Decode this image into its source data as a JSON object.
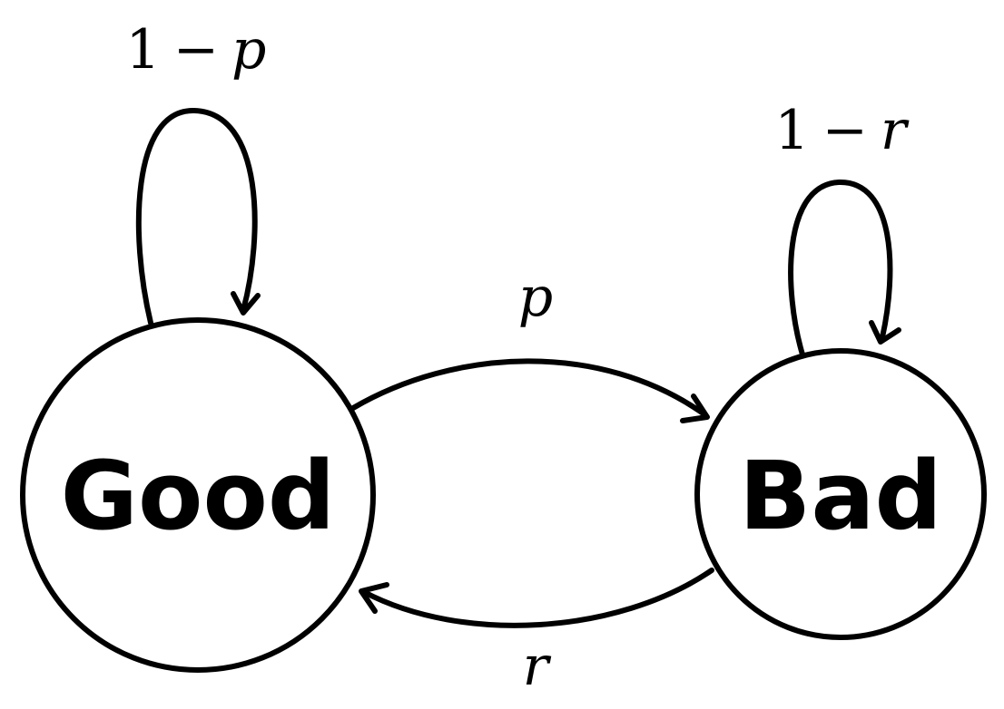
{
  "states": {
    "good": {
      "label": "Good"
    },
    "bad": {
      "label": "Bad"
    }
  },
  "transitions": {
    "good_self": {
      "num": "1",
      "op": "−",
      "var": "p"
    },
    "bad_self": {
      "num": "1",
      "op": "−",
      "var": "r"
    },
    "good_to_bad": {
      "var": "p"
    },
    "bad_to_good": {
      "var": "r"
    }
  }
}
